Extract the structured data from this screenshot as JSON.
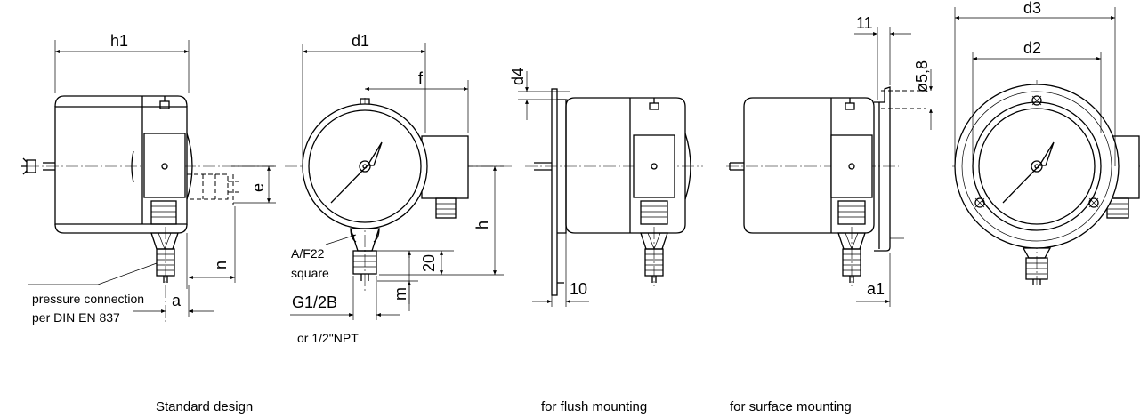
{
  "dimensions": {
    "h1": "h1",
    "d1": "d1",
    "f": "f",
    "e": "e",
    "h": "h",
    "n": "n",
    "a": "a",
    "twenty": "20",
    "m": "m",
    "g": "G1/2B",
    "d4": "d4",
    "ten": "10",
    "eleven": "11",
    "d58": "ø5,8",
    "a1": "a1",
    "d3": "d3",
    "d2": "d2"
  },
  "notes": {
    "pressure_line1": "pressure connection",
    "pressure_line2": "per DIN EN 837",
    "af_line1": "A/F22",
    "af_line2": "square",
    "npt": "or 1/2\"NPT"
  },
  "captions": {
    "standard": "Standard design",
    "flush": "for flush mounting",
    "surface": "for surface mounting"
  }
}
